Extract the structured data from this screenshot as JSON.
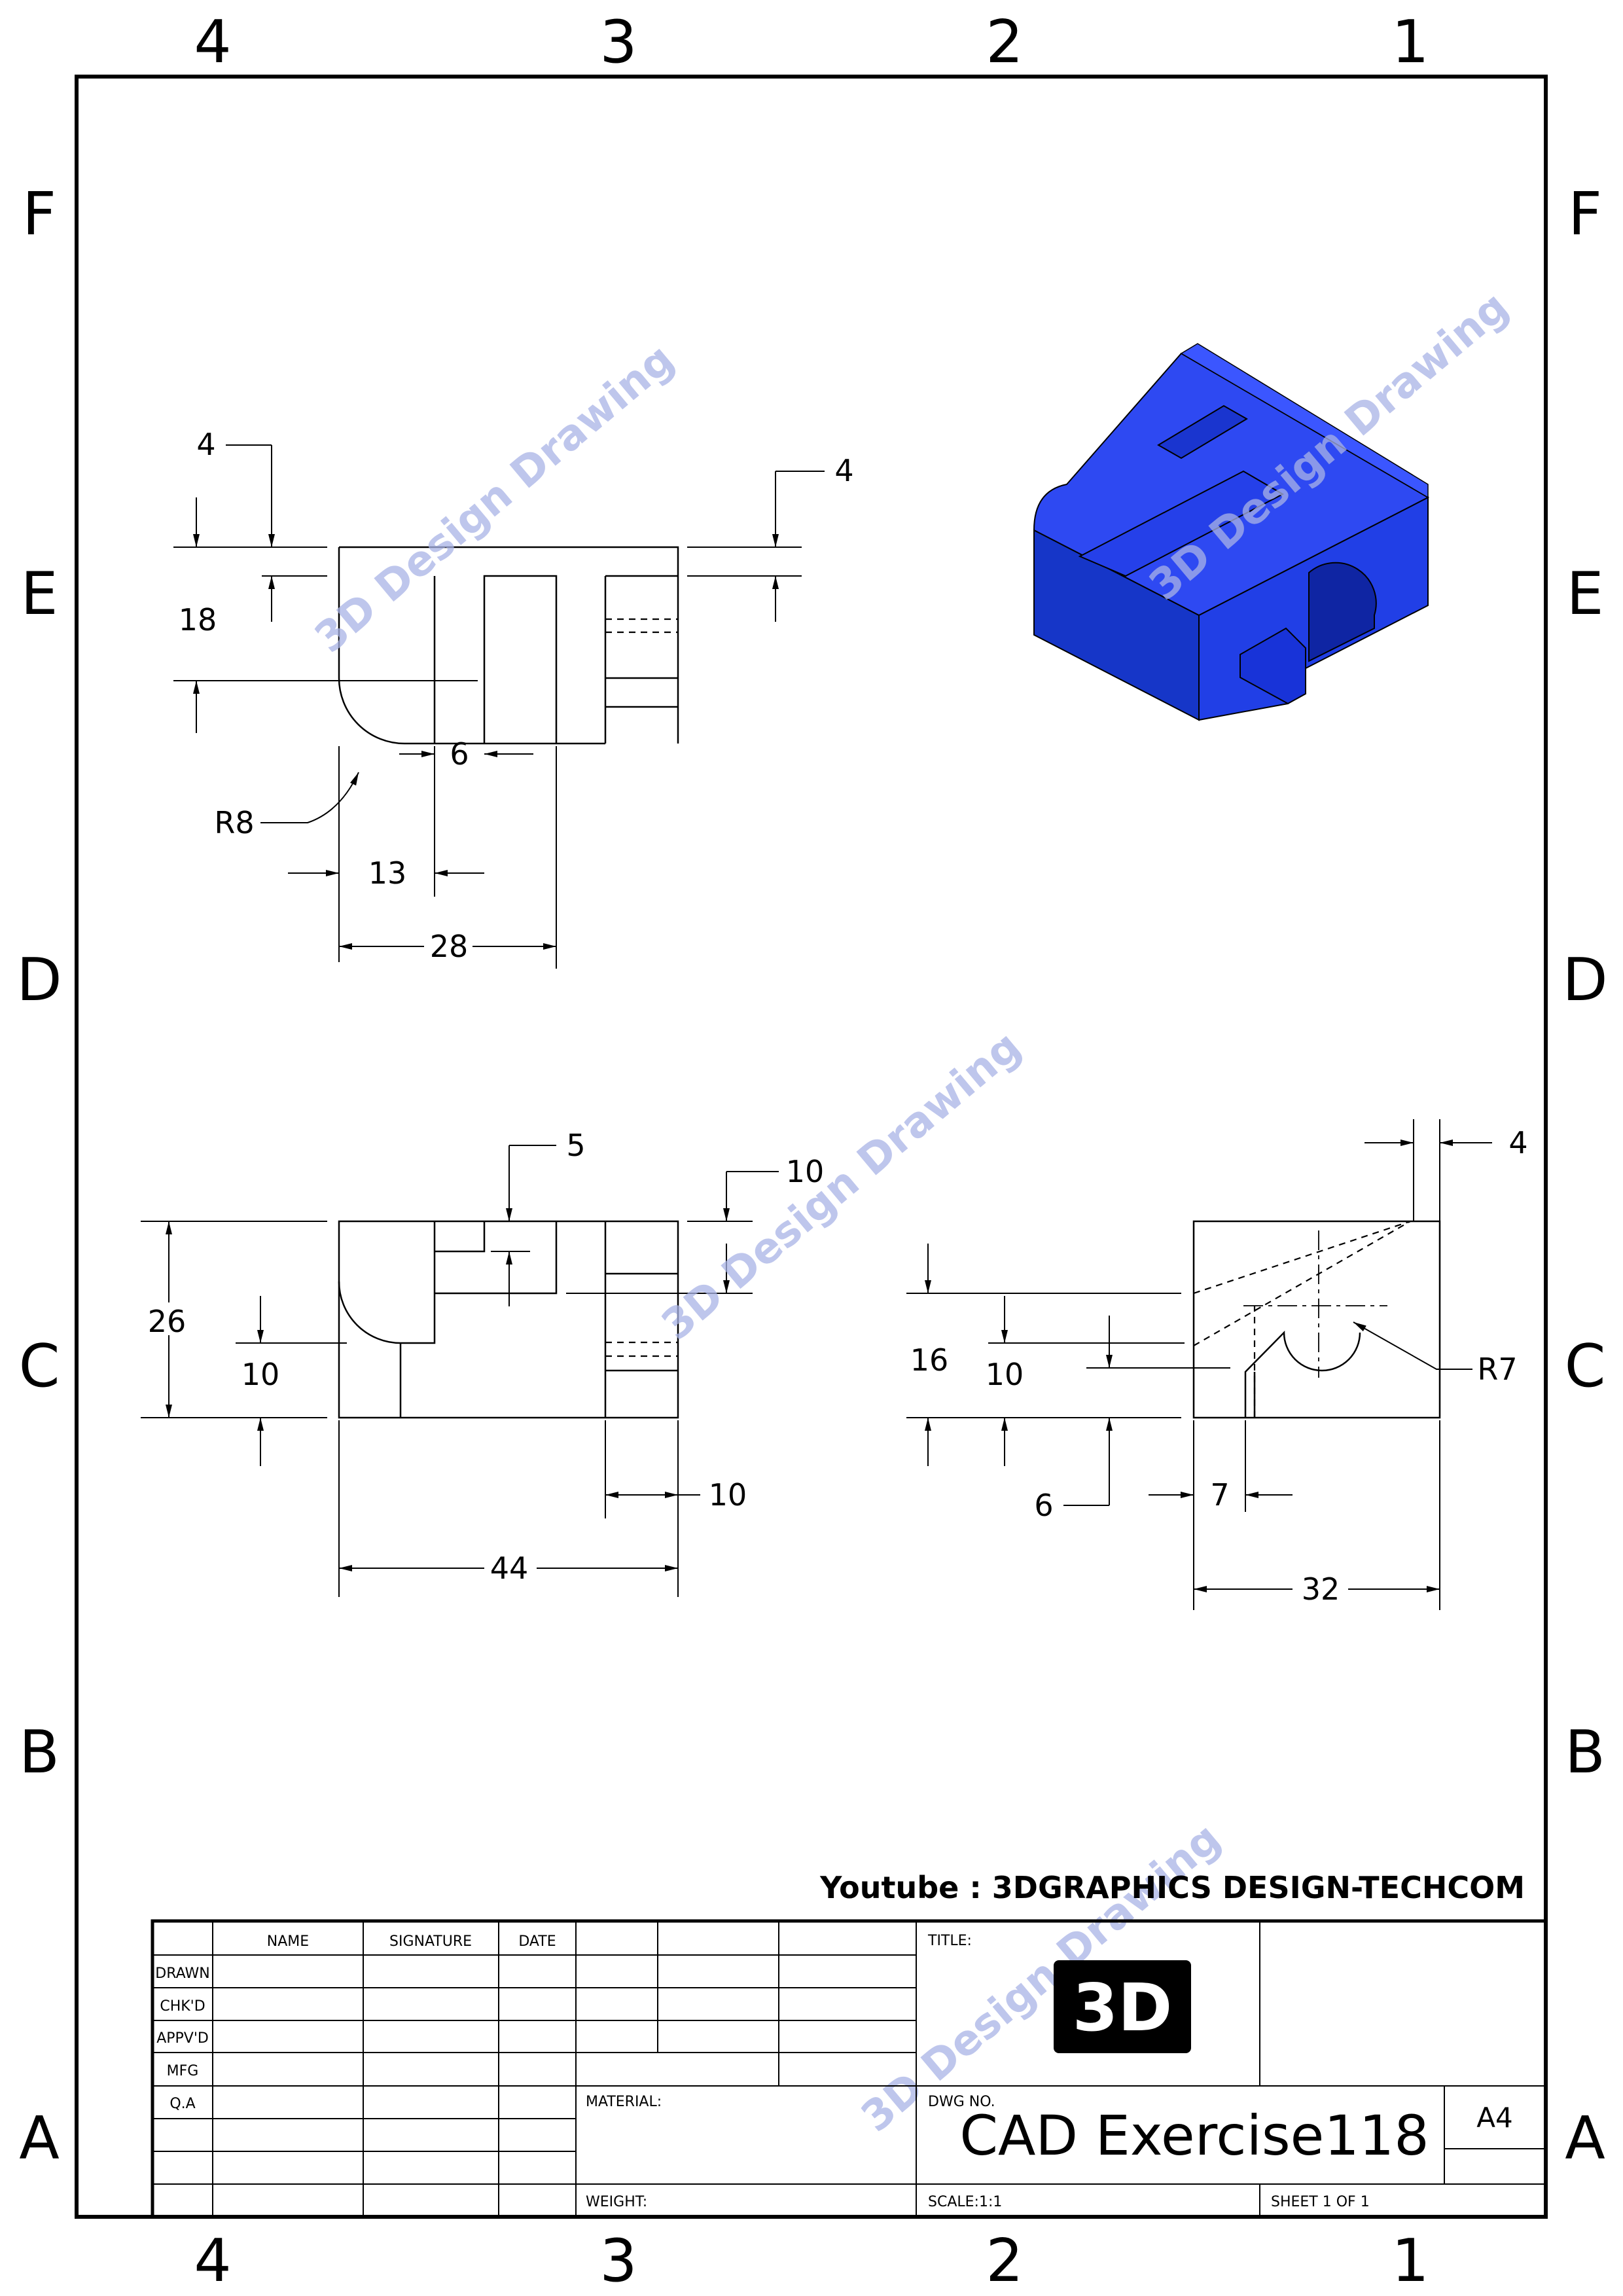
{
  "zones": {
    "columns": [
      "4",
      "3",
      "2",
      "1"
    ],
    "rows": [
      "F",
      "E",
      "D",
      "C",
      "B",
      "A"
    ]
  },
  "watermark": "3D Design Drawing",
  "youtube": "Youtube : 3DGRAPHICS DESIGN-TECHCOM",
  "views": {
    "top": {
      "dims": [
        "4",
        "4",
        "18",
        "6",
        "R8",
        "13",
        "28"
      ]
    },
    "front": {
      "dims": [
        "5",
        "10",
        "26",
        "10",
        "10",
        "44"
      ]
    },
    "side": {
      "dims": [
        "4",
        "16",
        "10",
        "R7",
        "6",
        "7",
        "32"
      ]
    }
  },
  "isometric": {
    "color": "#1f3fe0"
  },
  "title_block": {
    "headers": {
      "name": "NAME",
      "signature": "SIGNATURE",
      "date": "DATE"
    },
    "rows": [
      "DRAWN",
      "CHK'D",
      "APPV'D",
      "MFG",
      "Q.A"
    ],
    "title_label": "TITLE:",
    "logo_text": "3D",
    "material_label": "MATERIAL:",
    "weight_label": "WEIGHT:",
    "dwg_label": "DWG NO.",
    "dwg_no": "CAD Exercise118",
    "size": "A4",
    "scale": "SCALE:1:1",
    "sheet": "SHEET 1 OF 1"
  }
}
